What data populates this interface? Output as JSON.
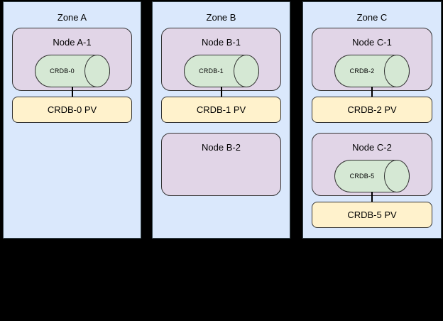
{
  "zones": [
    {
      "label": "Zone A",
      "nodes": [
        {
          "label": "Node A-1",
          "pod": "CRDB-0",
          "pv": "CRDB-0 PV"
        }
      ]
    },
    {
      "label": "Zone B",
      "nodes": [
        {
          "label": "Node B-1",
          "pod": "CRDB-1",
          "pv": "CRDB-1 PV"
        },
        {
          "label": "Node B-2"
        }
      ]
    },
    {
      "label": "Zone C",
      "nodes": [
        {
          "label": "Node C-1",
          "pod": "CRDB-2",
          "pv": "CRDB-2 PV"
        },
        {
          "label": "Node C-2",
          "pod": "CRDB-5",
          "pv": "CRDB-5 PV"
        }
      ]
    }
  ],
  "colors": {
    "canvas_bg": "#000000",
    "zone_fill": "#dae8fc",
    "zone_border": "#37474f",
    "node_fill": "#e1d5e7",
    "pod_fill": "#d5e8d4",
    "pv_fill": "#fff2cc",
    "shape_border": "#333333",
    "text": "#000000"
  }
}
